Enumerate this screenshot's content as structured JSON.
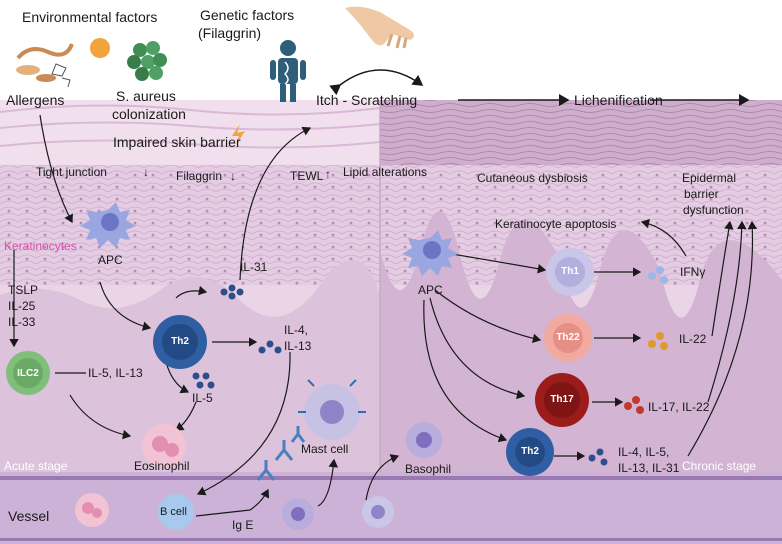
{
  "header": {
    "environmental_factors": "Environmental  factors",
    "genetic_factors": "Genetic factors",
    "genetic_factors_sub": "(Filaggrin)",
    "allergens": "Allergens",
    "s_aureus": "S. aureus",
    "colonization": "colonization",
    "itch_scratching": "Itch - Scratching",
    "lichenification": "Lichenification"
  },
  "barrier": {
    "impaired": "Impaired skin barrier",
    "tight_junction": "Tight junction",
    "filaggrin": "Filaggrin",
    "tewl": "TEWL",
    "lipid": "Lipid alterations",
    "dysbiosis": "Cutaneous dysbiosis",
    "epidermal_1": "Epidermal",
    "epidermal_2": "barrier",
    "epidermal_3": "dysfunction",
    "apoptosis": "Keratinocyte apoptosis"
  },
  "acute": {
    "keratinocytes": "Keratinocytes",
    "tslp": "TSLP",
    "il25": "IL-25",
    "il33": "IL-33",
    "apc": "APC",
    "il31": "IL-31",
    "th2": "Th2",
    "il4": "IL-4,",
    "il13": "IL-13",
    "ilc2": "ILC2",
    "il5_il13": "IL-5, IL-13",
    "il5": "IL-5",
    "eosinophil": "Eosinophil",
    "mast_cell": "Mast cell",
    "stage": "Acute stage"
  },
  "chronic": {
    "apc": "APC",
    "th1": "Th1",
    "ifn": "IFNγ",
    "th22": "Th22",
    "il22": "IL-22",
    "th17": "Th17",
    "il17_il22": "IL-17, IL-22",
    "th2": "Th2",
    "th2_cytokines_1": "IL-4, IL-5,",
    "th2_cytokines_2": "IL-13, IL-31",
    "basophil": "Basophil",
    "stage": "Chronic stage"
  },
  "vessel": {
    "label": "Vessel",
    "bcell": "B cell",
    "ige": "Ig E"
  },
  "colors": {
    "skin": "#e6cfe3",
    "dermis": "#d7bad6",
    "vessel": "#c6a9d4",
    "th2": "#2f5ea3",
    "th17": "#9c1b1b",
    "th22": "#f2a9a0",
    "th1": "#c9c6e8",
    "apc": "#9aa6e0",
    "ilc2": "#7fbf7a",
    "keratinocyte_label": "#d94fb3",
    "cytokine_blue": "#2c4f8c",
    "cytokine_red": "#c0392b",
    "cytokine_orange": "#e09a2a",
    "cytokine_lightblue": "#9bb7e6"
  },
  "icons": [
    "allergen-cluster-icon",
    "bacteria-icon",
    "person-dna-icon",
    "scratching-hand-icon",
    "lightning-icon"
  ]
}
